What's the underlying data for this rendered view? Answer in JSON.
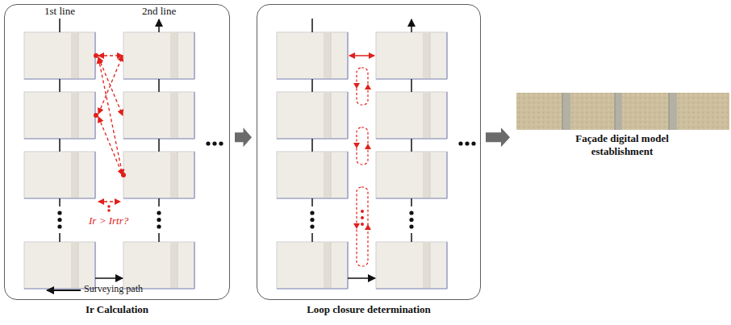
{
  "diagram": {
    "nodes": [
      {
        "text": [
          "Ir Calculation"
        ]
      },
      {
        "text": [
          "Loop closure determination"
        ]
      },
      {
        "text": [
          "Façade digital model establishment"
        ]
      }
    ],
    "edges": [
      {
        "from": 0,
        "to": 1,
        "arrow": "to"
      },
      {
        "from": 1,
        "to": 2,
        "arrow": "to"
      }
    ],
    "labels": [
      "1st line",
      "2nd line",
      "Ir > Irtr?",
      "Surveying path"
    ]
  }
}
